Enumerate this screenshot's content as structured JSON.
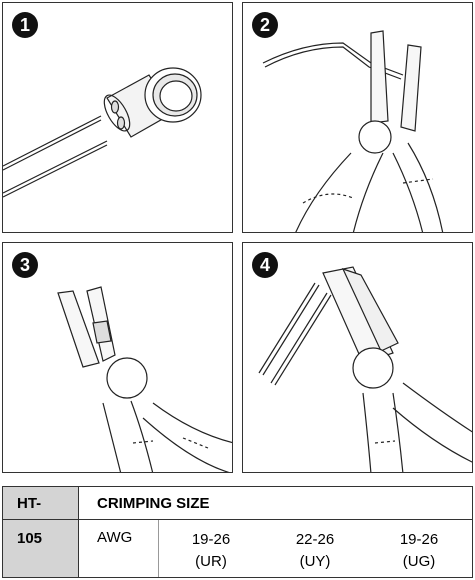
{
  "steps": [
    {
      "number": "1"
    },
    {
      "number": "2"
    },
    {
      "number": "3"
    },
    {
      "number": "4"
    }
  ],
  "table": {
    "model_prefix": "HT-",
    "model_number": "105",
    "header": "CRIMPING SIZE",
    "row_label": "AWG",
    "sizes": [
      {
        "range": "19-26",
        "code": "(UR)"
      },
      {
        "range": "22-26",
        "code": "(UY)"
      },
      {
        "range": "19-26",
        "code": "(UG)"
      }
    ]
  }
}
